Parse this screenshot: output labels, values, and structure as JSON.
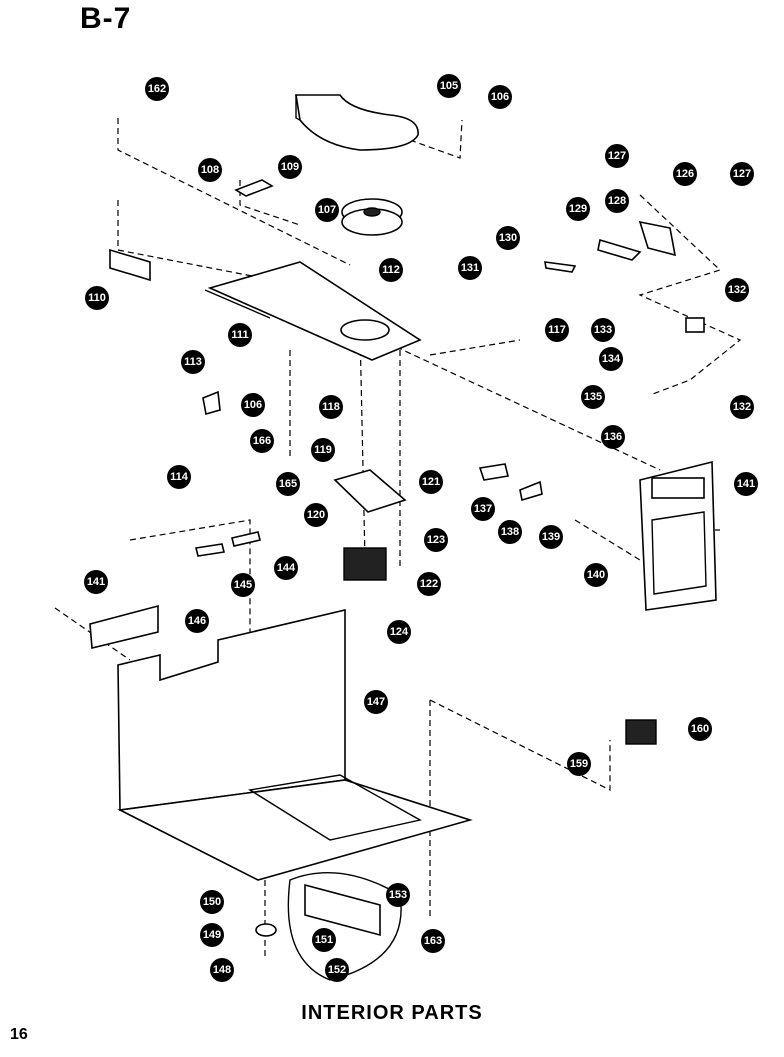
{
  "header": {
    "title": "B-7"
  },
  "caption": "INTERIOR PARTS",
  "page_number": "16",
  "callouts": [
    "162",
    "105",
    "106",
    "108",
    "109",
    "107",
    "127",
    "126",
    "127",
    "129",
    "128",
    "130",
    "131",
    "112",
    "110",
    "111",
    "117",
    "133",
    "132",
    "134",
    "113",
    "106",
    "118",
    "166",
    "135",
    "132",
    "136",
    "119",
    "114",
    "165",
    "121",
    "141",
    "137",
    "120",
    "123",
    "138",
    "139",
    "144",
    "122",
    "145",
    "140",
    "141",
    "124",
    "146",
    "147",
    "160",
    "159",
    "150",
    "153",
    "149",
    "151",
    "163",
    "148",
    "152"
  ]
}
